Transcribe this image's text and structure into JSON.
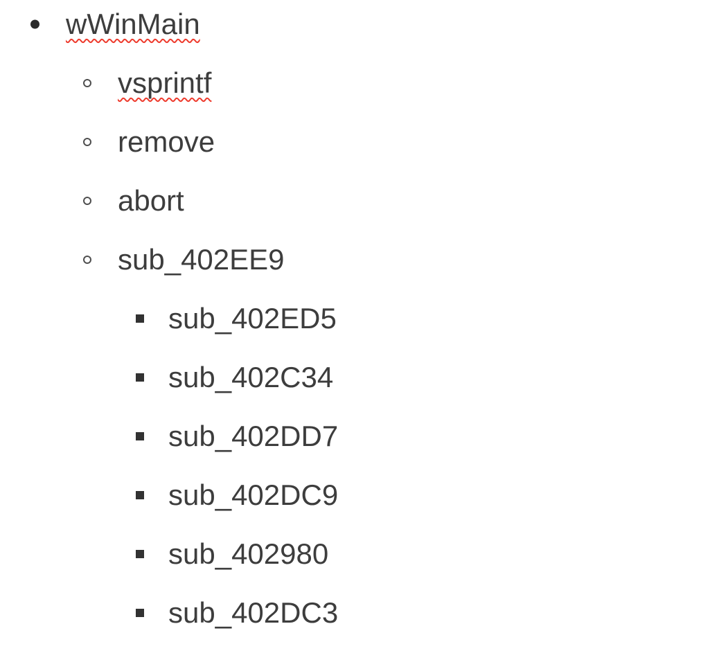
{
  "page": {
    "background": "#ffffff"
  },
  "colors": {
    "text": "#3d3d3d",
    "spellcheck_underline": "#ee3a2c",
    "bullet_disc": "#2b2b2b",
    "bullet_circle_ring": "#4e4e4e",
    "bullet_square": "#323232"
  },
  "icons": {
    "disc_bullet": "●",
    "circle_bullet": "○",
    "square_bullet": "▪"
  },
  "outline": {
    "root": {
      "label": "wWinMain",
      "misspelled": true,
      "bullet": "disc",
      "children": [
        {
          "label": "vsprintf",
          "misspelled": true,
          "bullet": "circle",
          "children": []
        },
        {
          "label": "remove",
          "misspelled": false,
          "bullet": "circle",
          "children": []
        },
        {
          "label": "abort",
          "misspelled": false,
          "bullet": "circle",
          "children": []
        },
        {
          "label": "sub_402EE9",
          "misspelled": false,
          "bullet": "circle",
          "children": [
            {
              "label": "sub_402ED5",
              "misspelled": false,
              "bullet": "square"
            },
            {
              "label": "sub_402C34",
              "misspelled": false,
              "bullet": "square"
            },
            {
              "label": "sub_402DD7",
              "misspelled": false,
              "bullet": "square"
            },
            {
              "label": "sub_402DC9",
              "misspelled": false,
              "bullet": "square"
            },
            {
              "label": "sub_402980",
              "misspelled": false,
              "bullet": "square"
            },
            {
              "label": "sub_402DC3",
              "misspelled": false,
              "bullet": "square"
            }
          ]
        }
      ]
    }
  }
}
